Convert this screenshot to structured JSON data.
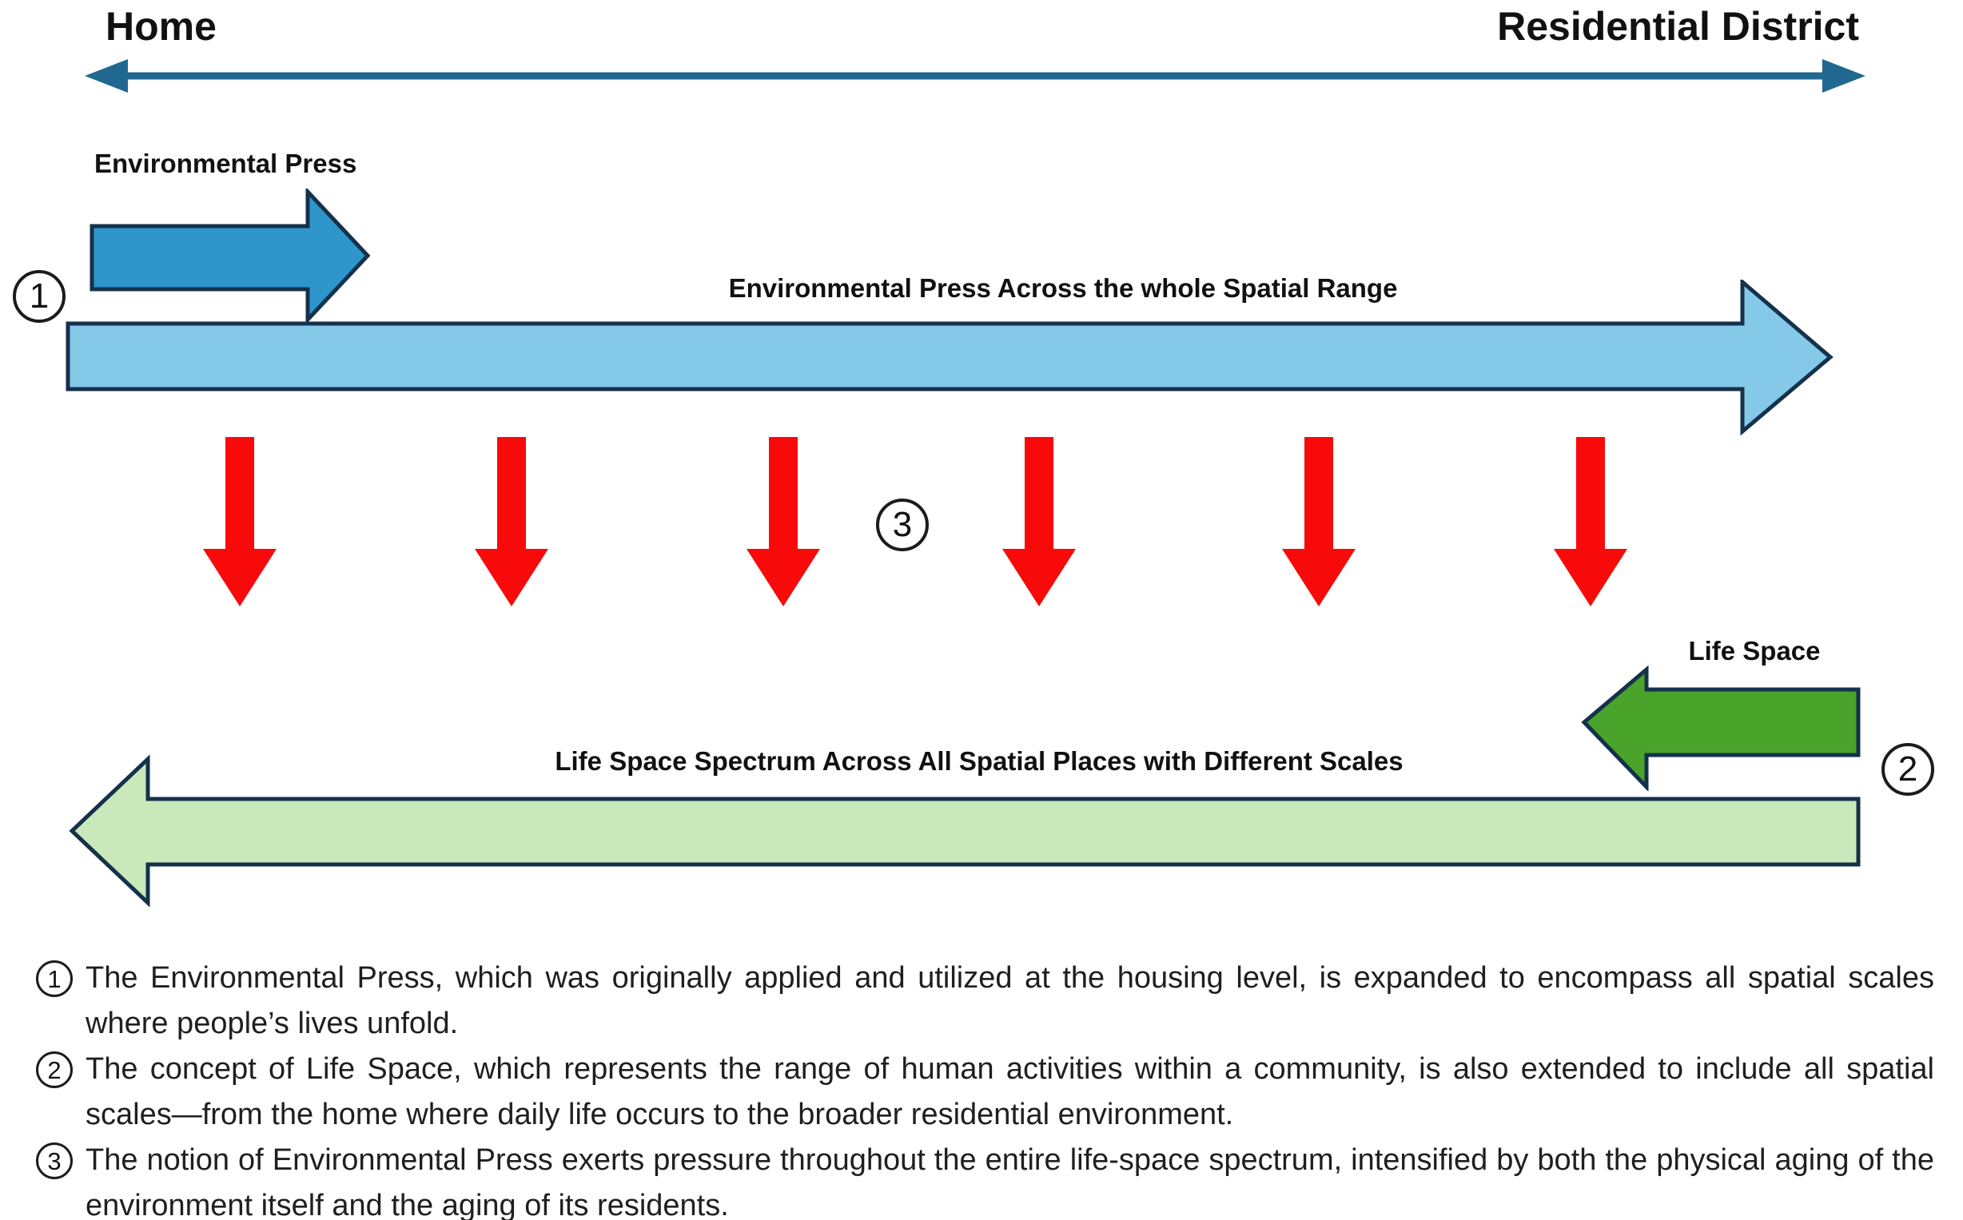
{
  "header": {
    "left_label": "Home",
    "right_label": "Residential District"
  },
  "diagram": {
    "environmental_press_label": "Environmental Press",
    "environmental_press_range_label": "Environmental Press Across the whole Spatial Range",
    "life_space_label": "Life Space",
    "life_space_spectrum_label": "Life Space Spectrum Across All Spatial Places with Different Scales",
    "badge_1": "1",
    "badge_2": "2",
    "badge_3": "3"
  },
  "colors": {
    "outline": "#15314B",
    "axis": "#20688F",
    "press_arrow": "#2E96CB",
    "press_range_arrow": "#85C9E9",
    "pressure_arrow": "#F80A0A",
    "life_space_arrow": "#4AA32B",
    "life_space_spectrum_arrow": "#C9E9BA",
    "text": "#1E1E1E"
  },
  "notes": [
    {
      "number": "1",
      "text": "The Environmental Press, which was originally applied and utilized at the housing level, is expanded to encompass all spatial scales where people’s lives unfold."
    },
    {
      "number": "2",
      "text": "The concept of Life Space, which represents the range of human activities within a community, is also extended to include all spatial scales—from the home where daily life occurs to the broader residential environment."
    },
    {
      "number": "3",
      "text": "The notion of Environmental Press exerts pressure throughout the entire life-space spectrum, intensified by both the physical aging of the environment itself and the aging of its residents."
    }
  ]
}
